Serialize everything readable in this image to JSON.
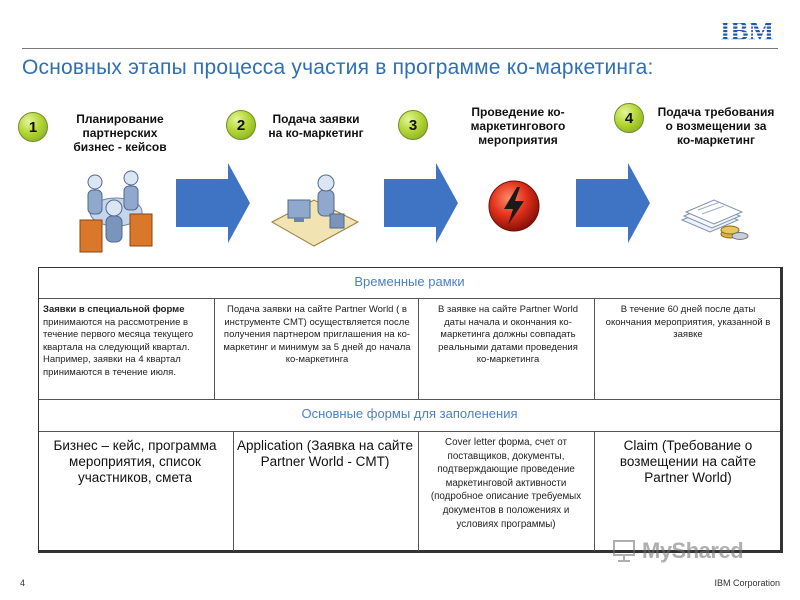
{
  "brand": {
    "logo_text": "IBM",
    "color": "#1f5aa6"
  },
  "title": "Основных этапы процесса участия в программе ко-маркетинга:",
  "steps": [
    {
      "number": "1",
      "label": "Планирование партнерских бизнес - кейсов",
      "icon": "meeting-people-icon"
    },
    {
      "number": "2",
      "label": "Подача заявки на ко-маркетинг",
      "icon": "person-at-computer-icon"
    },
    {
      "number": "3",
      "label": "Проведение ко-маркетингового мероприятия",
      "icon": "lightning-event-icon"
    },
    {
      "number": "4",
      "label": "Подача требования о возмещении за ко-маркетинг",
      "icon": "documents-coins-icon"
    }
  ],
  "table": {
    "section1_title": "Временные рамки",
    "timeframes": [
      {
        "bold": "Заявки в специальной форме",
        "text": " принимаются на рассмотрение в течение первого месяца текущего квартала на следующий квартал. Например, заявки на 4 квартал принимаются в течение июля."
      },
      {
        "text": "Подача заявки на сайте Partner World ( в инструменте CMT) осуществляется после получения партнером приглашения на ко-маркетинг и минимум за 5 дней до начала ко-маркетинга"
      },
      {
        "text": "В заявке на сайте Partner World даты начала и окончания ко-маркетинга должны совпадать реальными датами проведения ко-маркетинга"
      },
      {
        "text": "В течение 60 дней после даты окончания мероприятия, указанной в заявке"
      }
    ],
    "section2_title": "Основные формы для заполенения",
    "forms": [
      {
        "text": "Бизнес – кейс, программа мероприятия, список участников, смета"
      },
      {
        "text": "Application (Заявка на сайте Partner World - CMT)"
      },
      {
        "text": "Cover letter форма, счет от поставщиков, документы, подтверждающие проведение маркетинговой активности (подробное описание требуемых документов в положениях и условиях программы)"
      },
      {
        "text": "Claim (Требование о возмещении на сайте Partner World)"
      }
    ]
  },
  "colors": {
    "title": "#2e6fb5",
    "band_text": "#4d7fc4",
    "badge": "#b4d534",
    "arrow": "#3f74c4"
  },
  "watermark": "MyShared",
  "footer": {
    "page_number": "4",
    "company": "IBM Corporation"
  }
}
